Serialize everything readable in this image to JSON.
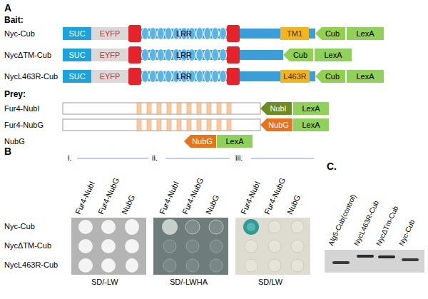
{
  "diagram": {
    "nodes": [
      {
        "text": [
          "SUC"
        ]
      },
      {
        "text": [
          "EYFP"
        ]
      },
      {
        "text": [
          "LRR"
        ]
      },
      {
        "text": [
          "TM1"
        ]
      },
      {
        "text": [
          "Cub"
        ]
      },
      {
        "text": [
          "LexA"
        ]
      },
      {
        "text": [
          "SUC"
        ]
      },
      {
        "text": [
          "EYFP"
        ]
      },
      {
        "text": [
          "LRR"
        ]
      },
      {
        "text": [
          "Cub"
        ]
      },
      {
        "text": [
          "LexA"
        ]
      },
      {
        "text": [
          "SUC"
        ]
      },
      {
        "text": [
          "EYFP"
        ]
      },
      {
        "text": [
          "LRR"
        ]
      },
      {
        "text": [
          "L463R"
        ]
      },
      {
        "text": [
          "Cub"
        ]
      },
      {
        "text": [
          "LexA"
        ]
      },
      {
        "text": [
          "NubI"
        ]
      },
      {
        "text": [
          "LexA"
        ]
      },
      {
        "text": [
          "NubG"
        ]
      },
      {
        "text": [
          "LexA"
        ]
      },
      {
        "text": [
          "NubG"
        ]
      },
      {
        "text": [
          "LexA"
        ]
      }
    ],
    "labels": [
      "A",
      "Bait:",
      "Nyc-Cub",
      "NycΔTM-Cub",
      "NycL463R-Cub",
      "Prey:",
      "Fur4-NubI",
      "Fur4-NubG",
      "NubG",
      "B",
      "i.",
      "ii.",
      "iii.",
      "Fur4-NubI",
      "Fur4-NubG",
      "NubG",
      "Fur4-NubI",
      "Fur4-NubG",
      "NubG",
      "Fur4-NubI",
      "Fur4-NubG",
      "NubG",
      "Nyc-Cub",
      "NycΔTM-Cub",
      "NycL463R-Cub",
      "SD/-LW",
      "SD/-LWHA",
      "SD/LW",
      "C.",
      "Alg5-Cub(control)",
      "NycL463R-Cub",
      "NycΔTm-Cub",
      "Nyc-Cub"
    ]
  }
}
